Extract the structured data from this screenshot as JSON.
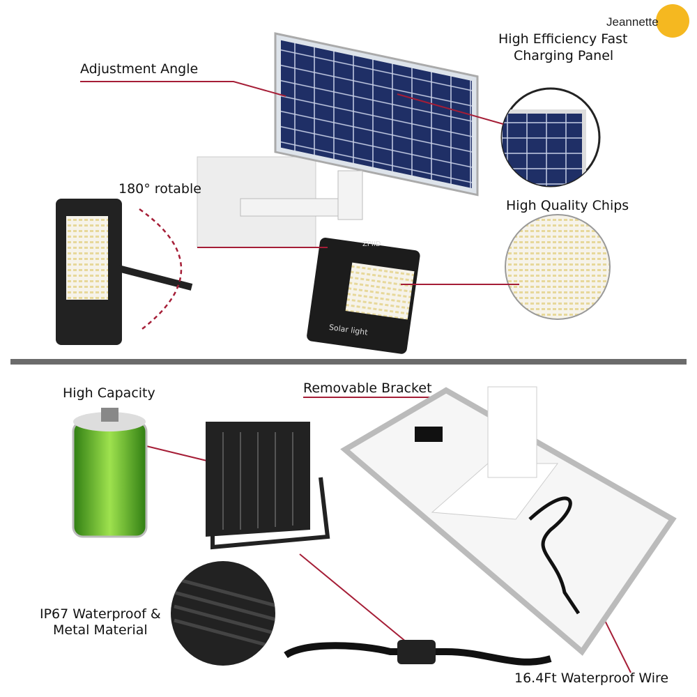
{
  "brand": {
    "logo": "Jeannette"
  },
  "top": {
    "adjustment_angle": "Adjustment Angle",
    "rotable": "180° rotable",
    "panel_title_line1": "High Efficiency Fast",
    "panel_title_line2": "Charging Panel",
    "chips": "High Quality Chips",
    "lamp_text": "Solar light",
    "lamp_brand": "ZPIID"
  },
  "bottom": {
    "capacity": "High Capacity",
    "bracket": "Removable Bracket",
    "ip67_line1": "IP67 Waterproof &",
    "ip67_line2": "Metal Material",
    "wire": "16.4Ft Waterproof Wire"
  },
  "colors": {
    "accent": "#a51d36",
    "divider": "#6b6b6b",
    "panel": "#1f2f66",
    "battery": "#6cc530"
  }
}
